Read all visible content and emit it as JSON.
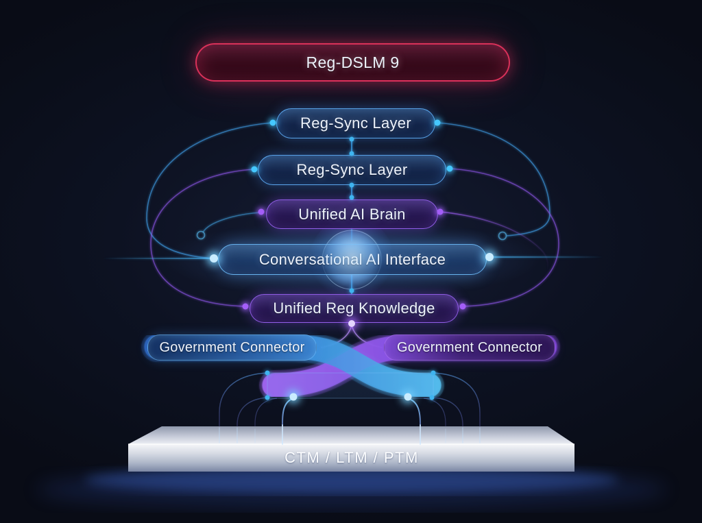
{
  "title": {
    "label": "Reg-DSLM 9"
  },
  "layers": [
    {
      "label": "Reg-Sync Layer"
    },
    {
      "label": "Reg-Sync Layer"
    },
    {
      "label": "Unified AI Brain"
    },
    {
      "label": "Conversational AI Interface"
    },
    {
      "label": "Unified Reg Knowledge"
    }
  ],
  "connectors": [
    {
      "label": "Government Connector"
    },
    {
      "label": "Government Connector"
    }
  ],
  "platform": {
    "label": "CTM / LTM / PTM"
  },
  "colors": {
    "background": "#0a0e1a",
    "accent_red": "#e2345e",
    "accent_blue": "#4fb2f2",
    "accent_purple": "#9a5cf6",
    "node_cyan": "#45c8ff",
    "node_purple": "#a45ef8",
    "platform_face": "#dfe3ec",
    "text": "#edf2fb"
  }
}
